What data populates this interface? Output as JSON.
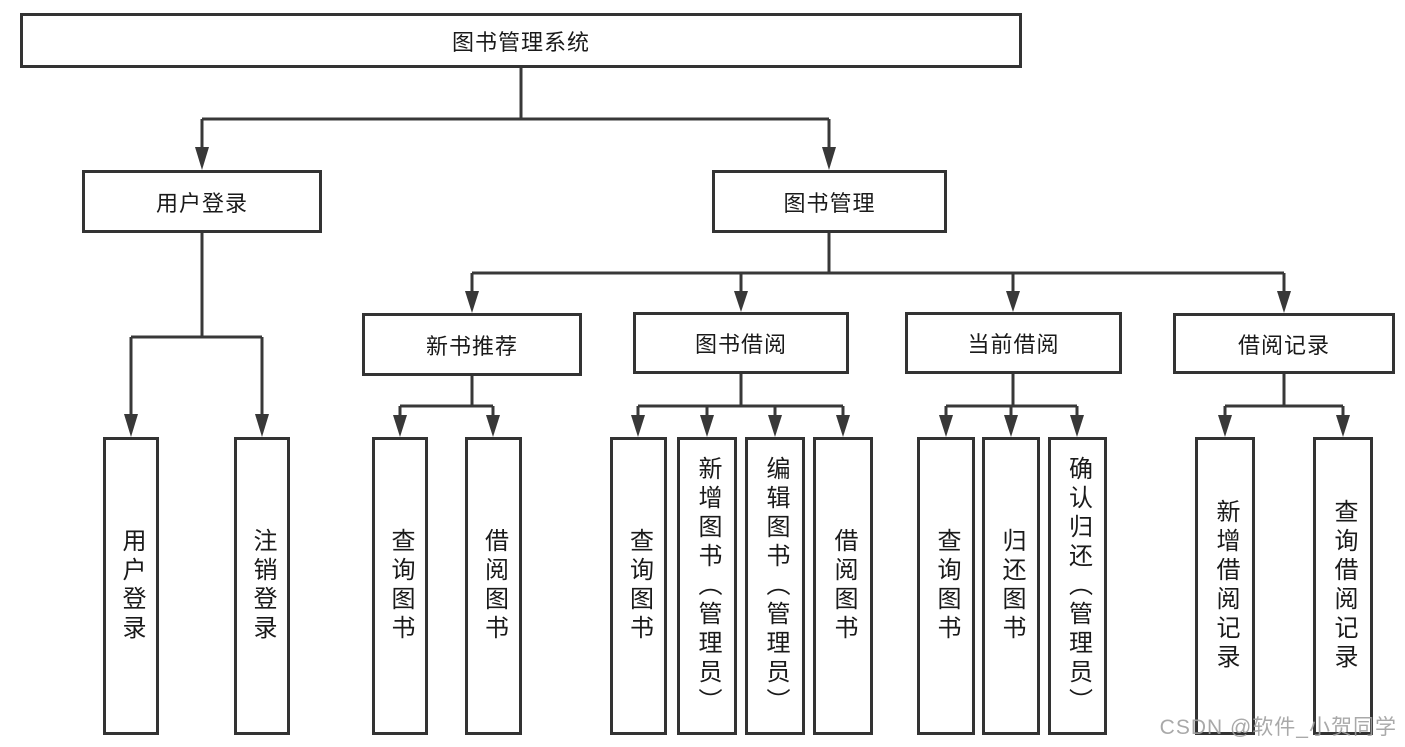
{
  "diagram": {
    "title": "图书管理系统",
    "root": "图书管理系统",
    "level2": [
      {
        "label": "用户登录",
        "children": [
          "用户登录",
          "注销登录"
        ]
      },
      {
        "label": "图书管理",
        "sections": [
          {
            "label": "新书推荐",
            "children": [
              "查询图书",
              "借阅图书"
            ]
          },
          {
            "label": "图书借阅",
            "children": [
              "查询图书",
              "新增图书（管理员）",
              "编辑图书（管理员）",
              "借阅图书"
            ]
          },
          {
            "label": "当前借阅",
            "children": [
              "查询图书",
              "归还图书",
              "确认归还（管理员）"
            ]
          },
          {
            "label": "借阅记录",
            "children": [
              "新增借阅记录",
              "查询借阅记录"
            ]
          }
        ]
      }
    ]
  },
  "watermark": "CSDN @软件_小贺同学",
  "colors": {
    "line": "#333333",
    "box_border": "#333333",
    "text": "#1a1a1a",
    "background": "#ffffff",
    "watermark": "#a0a0a0"
  }
}
